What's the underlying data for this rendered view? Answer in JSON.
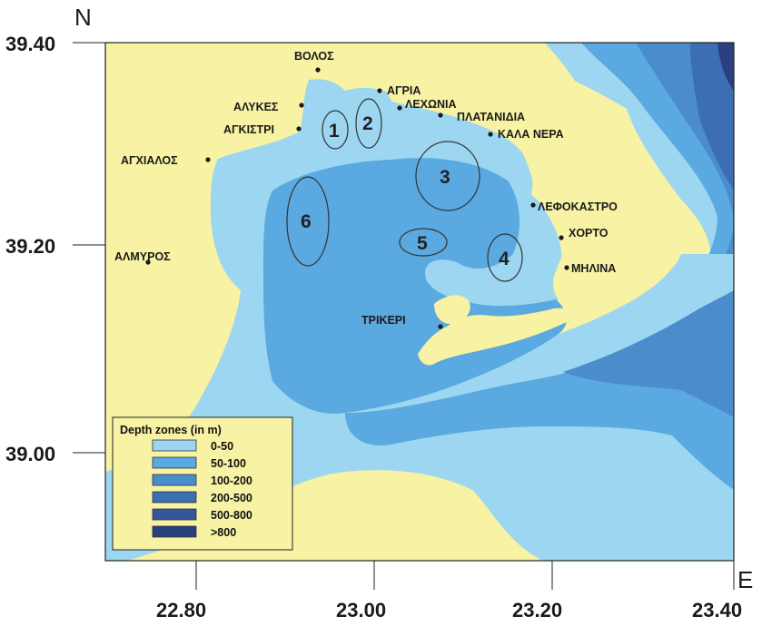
{
  "axes": {
    "north_letter": "N",
    "east_letter": "E",
    "lat_ticks": [
      "39.40",
      "39.20",
      "39.00"
    ],
    "lon_ticks": [
      "22.80",
      "23.00",
      "23.20",
      "23.40"
    ]
  },
  "places": {
    "volos": "ΒΟΛΟΣ",
    "agria": "ΑΓΡΙΑ",
    "lechonia": "ΛΕΧΩΝΙΑ",
    "platanidia": "ΠΛΑΤΑΝΙΔΙΑ",
    "kala_nera": "ΚΑΛΑ ΝΕΡΑ",
    "alykes": "ΑΛΥΚΕΣ",
    "agkistri": "ΑΓΚΙΣΤΡΙ",
    "agchialos": "ΑΓΧΙΑΛΟΣ",
    "almyros": "ΑΛΜΥΡΟΣ",
    "lefokastro": "ΛΕΦΟΚΑΣΤΡΟ",
    "chorto": "ΧΟΡΤΟ",
    "milina": "ΜΗΛΙΝΑ",
    "trikeri": "ΤΡΙΚΕΡΙ"
  },
  "zones": [
    "1",
    "2",
    "3",
    "4",
    "5",
    "6"
  ],
  "legend": {
    "title": "Depth zones (in m)",
    "items": [
      {
        "label": "0-50",
        "color": "#9dd6f0"
      },
      {
        "label": "50-100",
        "color": "#5aa9e0"
      },
      {
        "label": "100-200",
        "color": "#4b8ccc"
      },
      {
        "label": "200-500",
        "color": "#3c6eb4"
      },
      {
        "label": "500-800",
        "color": "#34559c"
      },
      {
        "label": ">800",
        "color": "#2a3f7e"
      }
    ]
  },
  "colors": {
    "land": "#f7f2a4",
    "shallow": "#9dd6f0",
    "mid": "#5aa9e0",
    "deep": "#4b8ccc",
    "deeper": "#3c6eb4",
    "deepest": "#2a3f7e"
  }
}
